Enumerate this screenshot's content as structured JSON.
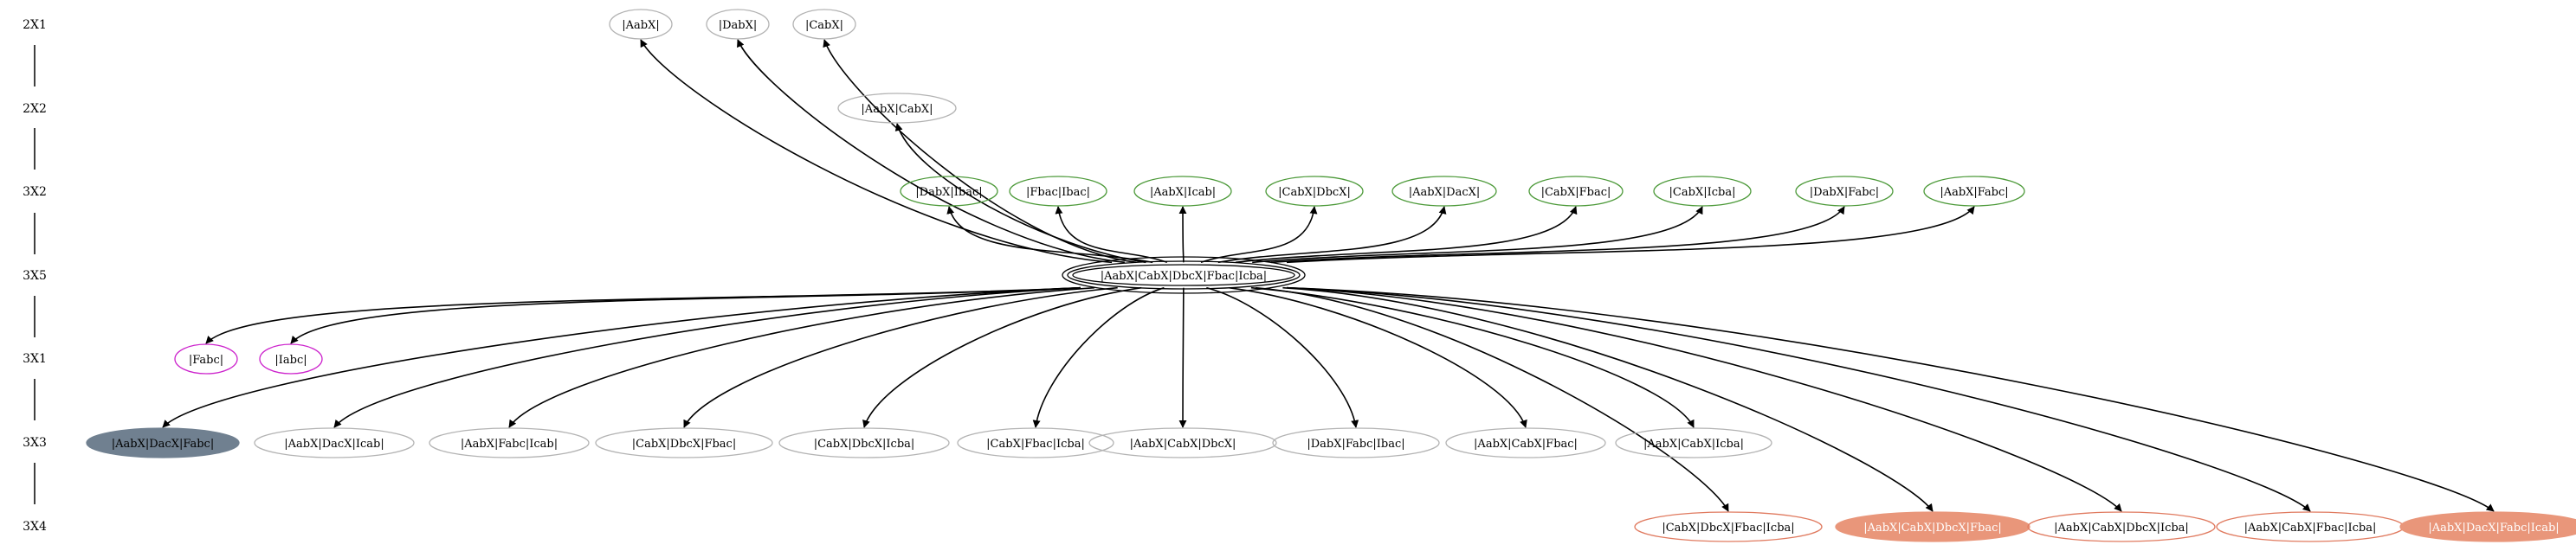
{
  "levels": [
    "2X1",
    "2X2",
    "3X2",
    "3X5",
    "3X1",
    "3X3",
    "3X4"
  ],
  "center": {
    "label": "|AabX|CabX|DbcX|Fbac|Icba|"
  },
  "nodes": {
    "2x1": [
      {
        "id": "aabx",
        "label": "|AabX|",
        "style": "gray"
      },
      {
        "id": "dabx",
        "label": "|DabX|",
        "style": "gray"
      },
      {
        "id": "cabx",
        "label": "|CabX|",
        "style": "gray"
      }
    ],
    "2x2": [
      {
        "id": "aabx-cabx",
        "label": "|AabX|CabX|",
        "style": "gray"
      }
    ],
    "3x2": [
      {
        "id": "dabx-ibac",
        "label": "|DabX|Ibac|",
        "style": "green"
      },
      {
        "id": "fbac-ibac",
        "label": "|Fbac|Ibac|",
        "style": "green"
      },
      {
        "id": "aabx-icab",
        "label": "|AabX|Icab|",
        "style": "green"
      },
      {
        "id": "cabx-dbcx",
        "label": "|CabX|DbcX|",
        "style": "green"
      },
      {
        "id": "aabx-dacx",
        "label": "|AabX|DacX|",
        "style": "green"
      },
      {
        "id": "cabx-fbac",
        "label": "|CabX|Fbac|",
        "style": "green"
      },
      {
        "id": "cabx-icba",
        "label": "|CabX|Icba|",
        "style": "green"
      },
      {
        "id": "dabx-fabc",
        "label": "|DabX|Fabc|",
        "style": "green"
      },
      {
        "id": "aabx-fabc",
        "label": "|AabX|Fabc|",
        "style": "green"
      }
    ],
    "3x1": [
      {
        "id": "fabc",
        "label": "|Fabc|",
        "style": "magenta"
      },
      {
        "id": "iabc",
        "label": "|Iabc|",
        "style": "magenta"
      }
    ],
    "3x3": [
      {
        "id": "aabx-dacx-fabc",
        "label": "|AabX|DacX|Fabc|",
        "style": "slate"
      },
      {
        "id": "aabx-dacx-icab",
        "label": "|AabX|DacX|Icab|",
        "style": "gray"
      },
      {
        "id": "aabx-fabc-icab",
        "label": "|AabX|Fabc|Icab|",
        "style": "gray"
      },
      {
        "id": "cabx-dbcx-fbac",
        "label": "|CabX|DbcX|Fbac|",
        "style": "gray"
      },
      {
        "id": "cabx-dbcx-icba",
        "label": "|CabX|DbcX|Icba|",
        "style": "gray"
      },
      {
        "id": "cabx-fbac-icba",
        "label": "|CabX|Fbac|Icba|",
        "style": "gray"
      },
      {
        "id": "aabx-cabx-dbcx",
        "label": "|AabX|CabX|DbcX|",
        "style": "gray"
      },
      {
        "id": "dabx-fabc-ibac",
        "label": "|DabX|Fabc|Ibac|",
        "style": "gray"
      },
      {
        "id": "aabx-cabx-fbac",
        "label": "|AabX|CabX|Fbac|",
        "style": "gray"
      },
      {
        "id": "aabx-cabx-icba",
        "label": "|AabX|CabX|Icba|",
        "style": "gray"
      }
    ],
    "3x4": [
      {
        "id": "cabx-dbcx-fbac-icba",
        "label": "|CabX|DbcX|Fbac|Icba|",
        "style": "salmon-outline"
      },
      {
        "id": "aabx-cabx-dbcx-fbac",
        "label": "|AabX|CabX|DbcX|Fbac|",
        "style": "salmon"
      },
      {
        "id": "aabx-cabx-dbcx-icba",
        "label": "|AabX|CabX|DbcX|Icba|",
        "style": "salmon-outline"
      },
      {
        "id": "aabx-cabx-fbac-icba",
        "label": "|AabX|CabX|Fbac|Icba|",
        "style": "salmon-outline"
      },
      {
        "id": "aabx-dacx-fabc-icab",
        "label": "|AabX|DacX|Fabc|Icab|",
        "style": "salmon"
      }
    ]
  },
  "colors": {
    "gray": "#b3b3b3",
    "green": "#4d9a3a",
    "magenta": "#cc22cc",
    "slate": "#708090",
    "salmon": "#e9967a",
    "salmon_border": "#e07a5f",
    "edge": "#000000"
  }
}
